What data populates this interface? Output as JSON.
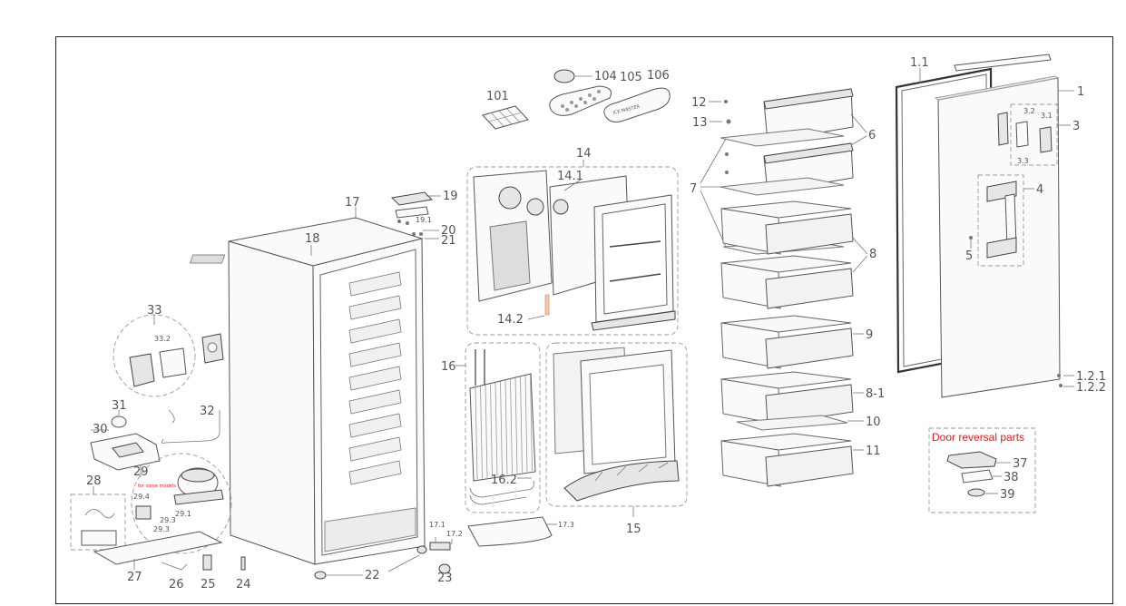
{
  "diagram": {
    "door_reversal_title": "Door reversal parts",
    "compressor_note": "for some models",
    "labels": {
      "l1": "1",
      "l1_1": "1.1",
      "l1_2_1": "1.2.1",
      "l1_2_2": "1.2.2",
      "l3": "3",
      "l3_1": "3.1",
      "l3_2": "3.2",
      "l3_3": "3.3",
      "l4": "4",
      "l5": "5",
      "l6": "6",
      "l7": "7",
      "l8": "8",
      "l8_1": "8-1",
      "l9": "9",
      "l10": "10",
      "l11": "11",
      "l12": "12",
      "l13": "13",
      "l14": "14",
      "l14_1": "14.1",
      "l14_2": "14.2",
      "l15": "15",
      "l16": "16",
      "l16_2": "16.2",
      "l17": "17",
      "l17_1": "17.1",
      "l17_2": "17.2",
      "l17_3": "17.3",
      "l18": "18",
      "l19": "19",
      "l19_1": "19.1",
      "l20": "20",
      "l21": "21",
      "l22": "22",
      "l23": "23",
      "l24": "24",
      "l25": "25",
      "l26": "26",
      "l27": "27",
      "l28": "28",
      "l29": "29",
      "l29_1": "29.1",
      "l29_3": "29.3",
      "l29_4": "29.4",
      "l30": "30",
      "l31": "31",
      "l32": "32",
      "l33": "33",
      "l33_2": "33.2",
      "l37": "37",
      "l38": "38",
      "l39": "39",
      "l101": "101",
      "l104": "104",
      "l105": "105",
      "l106": "106"
    },
    "tray_text": "ICE MASTER"
  }
}
